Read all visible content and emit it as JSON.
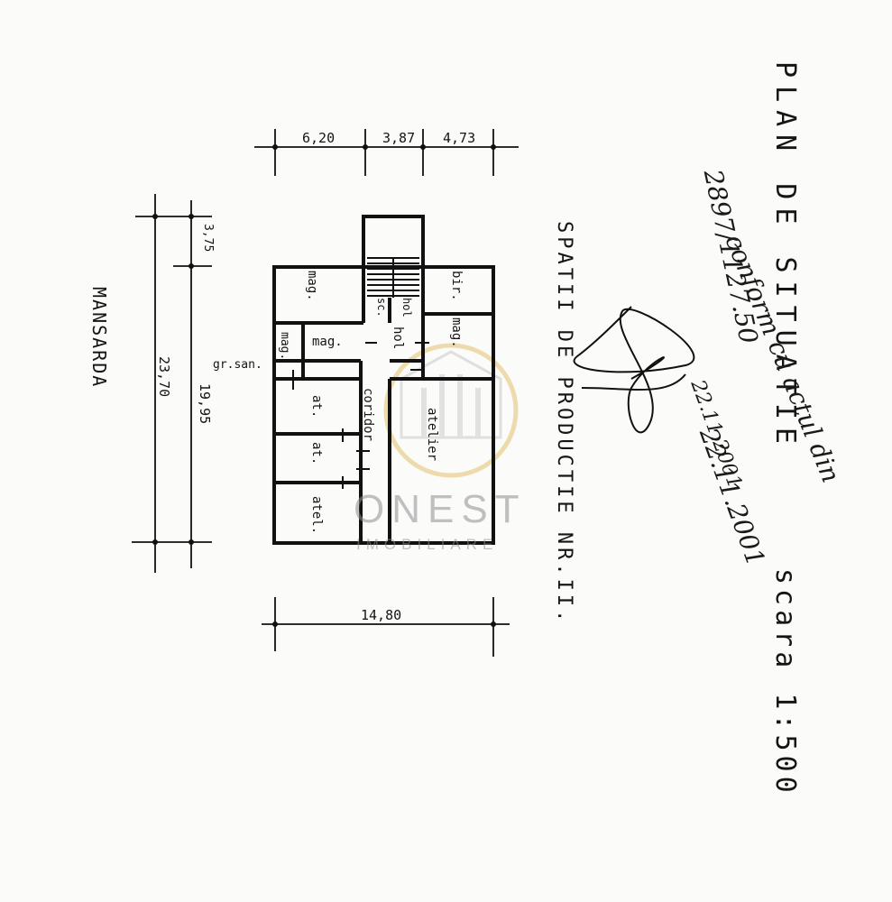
{
  "header": {
    "title": "PLAN DE SITUATIE",
    "scale": "scara 1:500",
    "subtitle": "SPATII DE PRODUCTIE NR.II.",
    "level": "MANSARDA"
  },
  "annotation": {
    "line1": "conform cu actul din",
    "line2": "2897/1127.50",
    "date1": "22.11.2001",
    "date2": "22.11.2001"
  },
  "dimensions": {
    "top": [
      "6,20",
      "3,87",
      "4,73"
    ],
    "bottom": "14,80",
    "left_total": "23,70",
    "left_inner": "19,95",
    "left_stair": "3,75"
  },
  "rooms": {
    "mag1": "mag.",
    "sc": "sc.",
    "hol1": "hol",
    "bir": "bir.",
    "mag2": "mag.",
    "hol2": "hol",
    "mag3": "mag.",
    "mag4": "mag.",
    "gr_san": "gr.san.",
    "at1": "at.",
    "corridor": "coridor",
    "atelier": "atelier",
    "at2": "at.",
    "atel": "atel."
  },
  "watermark": {
    "brand": "ONEST",
    "tagline": "IMOBILIARE"
  },
  "colors": {
    "ink": "#111111",
    "watermark_gold": "#d9b25c",
    "watermark_gray": "#8f8f8f"
  }
}
